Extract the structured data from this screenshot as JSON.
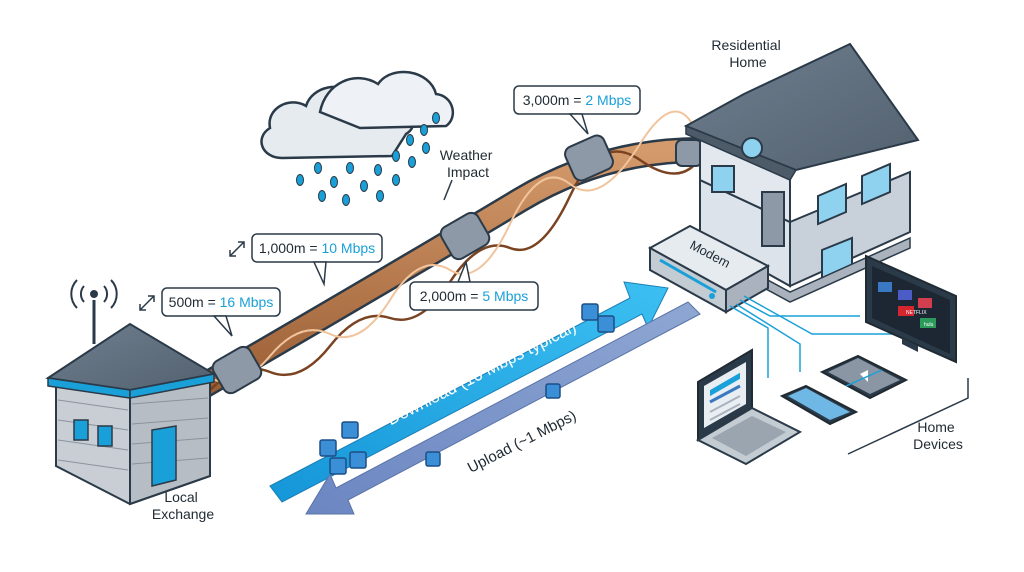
{
  "labels": {
    "local_exchange_line1": "Local",
    "local_exchange_line2": "Exchange",
    "residential_home_line1": "Residential",
    "residential_home_line2": "Home",
    "weather_line1": "Weather",
    "weather_line2": "Impact",
    "home_devices_line1": "Home",
    "home_devices_line2": "Devices",
    "modem": "Modem"
  },
  "callouts": [
    {
      "distance": "500m = ",
      "speed": "16 Mbps"
    },
    {
      "distance": "1,000m = ",
      "speed": "10 Mbps"
    },
    {
      "distance": "2,000m = ",
      "speed": "5 Mbps"
    },
    {
      "distance": "3,000m = ",
      "speed": "2 Mbps"
    }
  ],
  "arrows": {
    "download": "Download (10 Mbps typical)",
    "upload": "Upload (~1 Mbps)"
  },
  "tv_tiles": {
    "netflix": "NETFLIX",
    "hulu": "hulu"
  },
  "colors": {
    "accent_blue": "#1aa0d8",
    "download_arrow": "#28a9e6",
    "upload_arrow": "#6f8fc4",
    "cable_copper": "#b87a4b",
    "outline": "#2b3a48"
  }
}
